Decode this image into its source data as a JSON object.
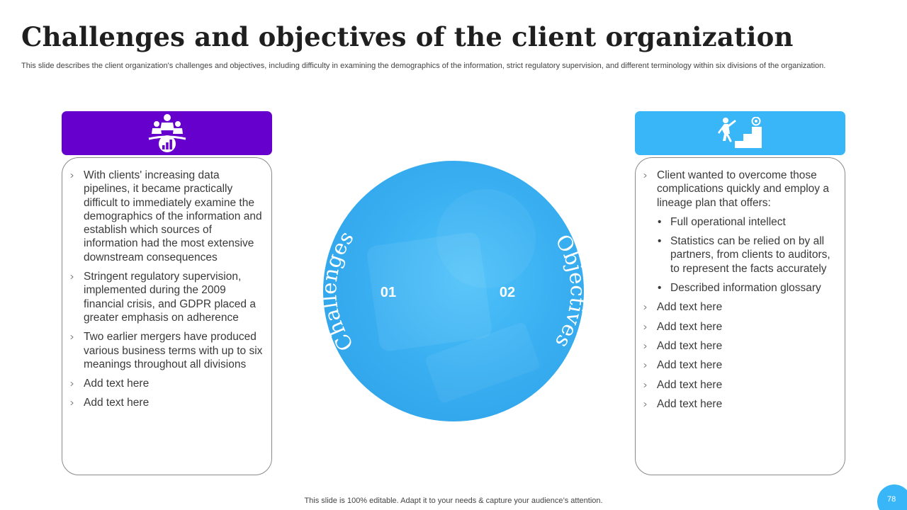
{
  "slide": {
    "title": "Challenges and objectives of the client organization",
    "subtitle": "This slide describes the client organization's challenges and objectives, including difficulty in examining the demographics of the information, strict regulatory supervision, and different terminology within six divisions of the organization.",
    "footer": "This slide is 100% editable. Adapt it to your needs & capture your audience’s attention.",
    "page_number": "78"
  },
  "colors": {
    "left_accent": "#6600cc",
    "right_accent": "#38b6f7",
    "circle": "#3ab0f2"
  },
  "challenges": {
    "icon": "meeting-people-chart-icon",
    "items": [
      "With clients' increasing data pipelines, it became practically difficult to immediately examine the demographics of the information and establish which sources of information had the most extensive downstream consequences",
      "Stringent regulatory supervision, implemented during the 2009 financial crisis, and GDPR placed a greater emphasis on adherence",
      "Two earlier mergers have produced various business terms with up to six meanings throughout all divisions",
      "Add text here",
      "Add text here"
    ]
  },
  "objectives": {
    "icon": "person-climbing-stairs-target-icon",
    "intro": "Client wanted to overcome those complications quickly and employ a lineage plan that offers:",
    "bullets": [
      "Full operational intellect",
      "Statistics can be relied on by all partners, from clients to auditors, to represent the facts accurately",
      "Described information glossary"
    ],
    "items": [
      "Add text here",
      "Add text here",
      "Add text here",
      "Add text here",
      "Add text here",
      "Add text here"
    ]
  },
  "circle": {
    "left_label": "Challenges",
    "right_label": "Objectives",
    "left_number": "01",
    "right_number": "02"
  }
}
